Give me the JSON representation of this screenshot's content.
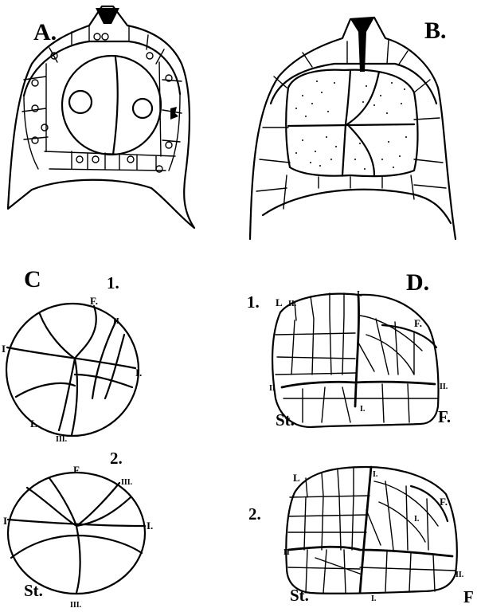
{
  "labels": {
    "A": "A.",
    "B": "B.",
    "C": "C",
    "D": "D.",
    "c1": "1.",
    "c2": "2.",
    "d1": "1.",
    "d2": "2."
  },
  "c1_marks": {
    "top": "F.",
    "upper_right": "II",
    "left": "I",
    "right": "I.",
    "bottom_left": "L.",
    "bottom": "III."
  },
  "c2_marks": {
    "top": "F.",
    "upper_right": "III.",
    "left": "I",
    "right": "I.",
    "st": "St.",
    "bottom": "III."
  },
  "d1_marks": {
    "L": "L",
    "top": "I.",
    "F_right": "F.",
    "II_right": "II.",
    "II_left": "II",
    "bottom": "I.",
    "F_bottom": "F.",
    "st": "St.",
    "small": "II."
  },
  "d2_marks": {
    "L": "L",
    "top": "I.",
    "F_right": "F.",
    "II_left": "II",
    "II_right": "II.",
    "bottom": "I.",
    "st": "St.",
    "F_bottom": "F",
    "small": "I."
  }
}
